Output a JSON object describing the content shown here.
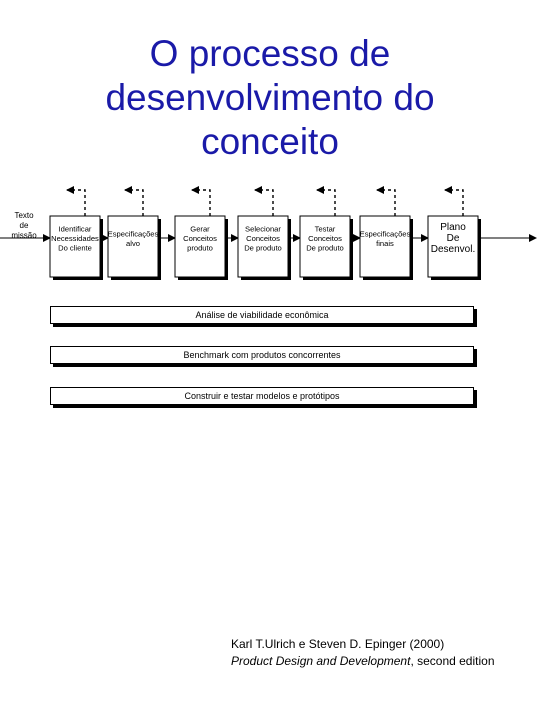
{
  "title_lines": [
    "O processo de",
    "desenvolvimento do",
    "conceito"
  ],
  "mission_label": [
    "Texto",
    "de",
    "missão"
  ],
  "stages": [
    {
      "lines": [
        "Identificar",
        "Necessidades",
        "Do cliente"
      ],
      "big": false
    },
    {
      "lines": [
        "Especificações",
        "alvo"
      ],
      "big": false
    },
    {
      "lines": [
        "Gerar",
        "Conceitos",
        "produto"
      ],
      "big": false
    },
    {
      "lines": [
        "Selecionar",
        "Conceitos",
        "De produto"
      ],
      "big": false
    },
    {
      "lines": [
        "Testar",
        "Conceitos",
        "De produto"
      ],
      "big": false
    },
    {
      "lines": [
        "Especificações",
        "finais"
      ],
      "big": false
    },
    {
      "lines": [
        "Plano",
        "De",
        "Desenvol."
      ],
      "big": true
    }
  ],
  "bars": {
    "viability": "Análise de viabilidade econômica",
    "benchmark": "Benchmark com produtos concorrentes",
    "prototypes": "Construir e testar modelos e protótipos"
  },
  "citation": {
    "authors": "Karl T.Ulrich e Steven D. Epinger (2000)",
    "book": "Product Design and Development",
    "edition": ", second edition"
  },
  "colors": {
    "title": "#1a1aa8",
    "ink": "#000000",
    "background": "#ffffff"
  }
}
